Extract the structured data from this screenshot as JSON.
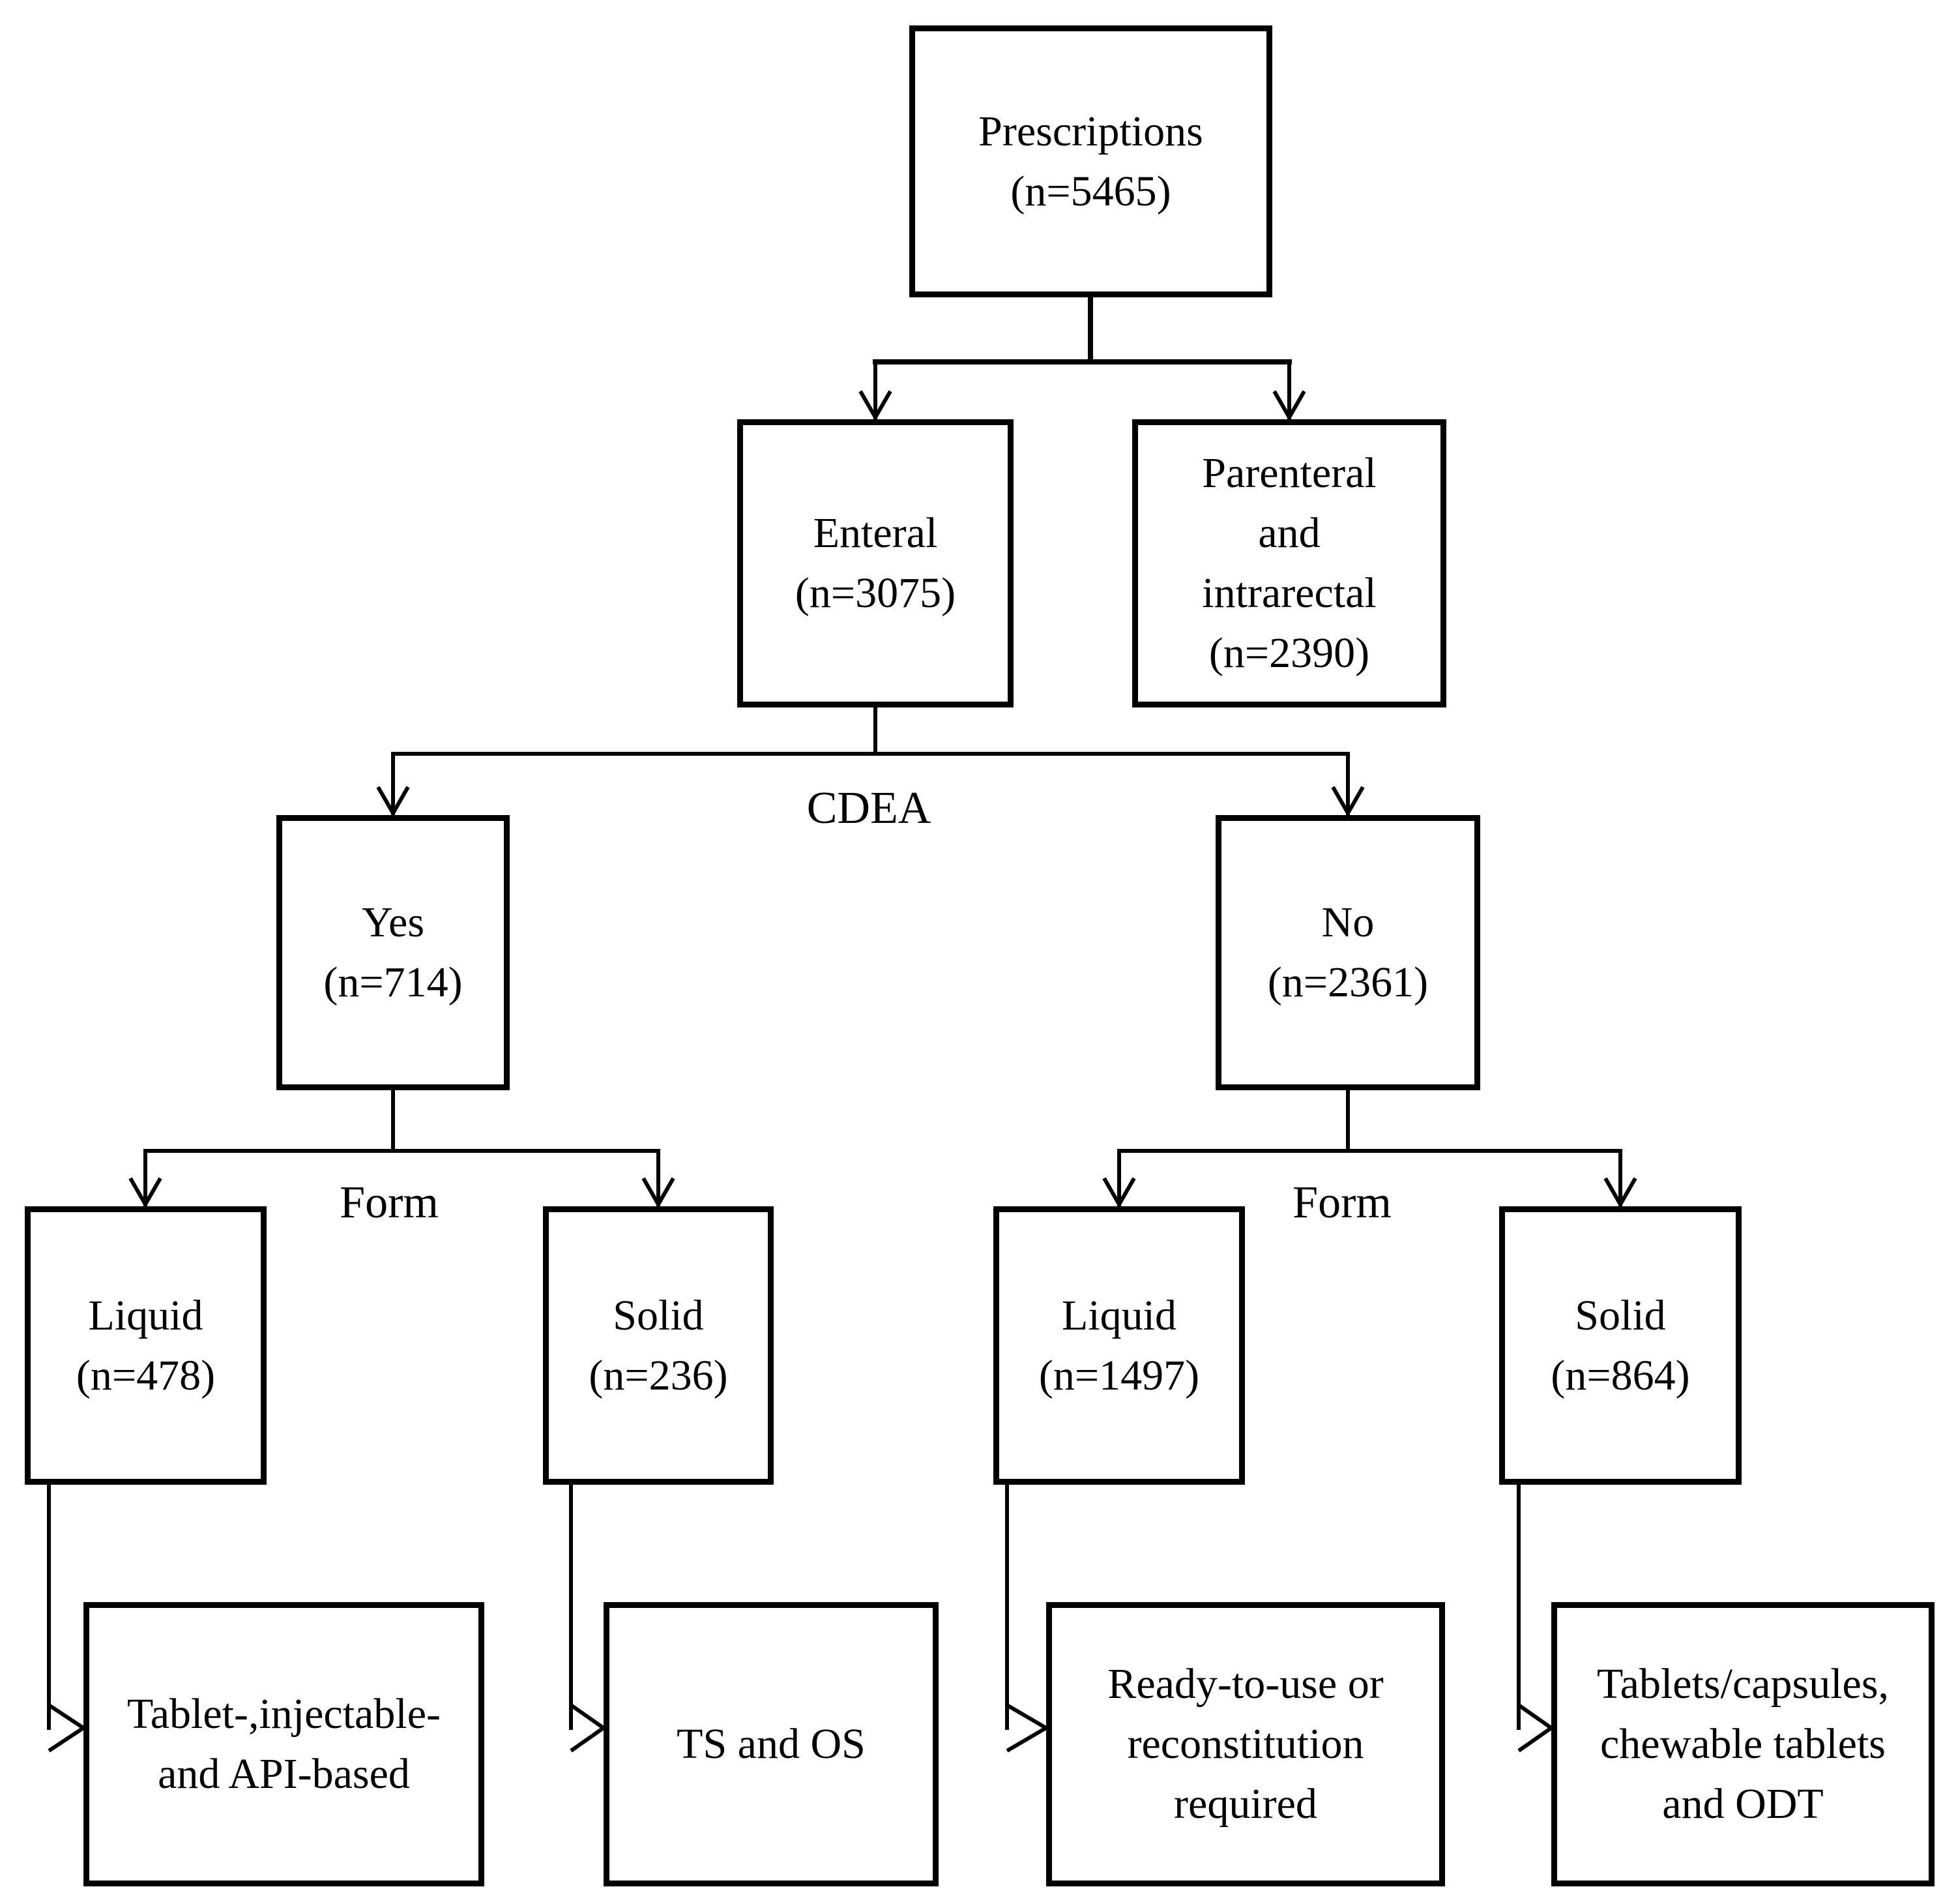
{
  "figure": {
    "type": "flowchart",
    "background_color": "#ffffff",
    "ink_color": "#000000"
  },
  "nodes": {
    "prescriptions": {
      "lines": [
        "Prescriptions",
        "(n=5465)"
      ]
    },
    "enteral": {
      "lines": [
        "Enteral",
        "(n=3075)"
      ]
    },
    "parenteral": {
      "lines": [
        "Parenteral",
        "and",
        "intrarectal",
        "(n=2390)"
      ]
    },
    "cdea_yes": {
      "lines": [
        "Yes",
        "(n=714)"
      ]
    },
    "cdea_no": {
      "lines": [
        "No",
        "(n=2361)"
      ]
    },
    "yes_liquid": {
      "lines": [
        "Liquid",
        "(n=478)"
      ]
    },
    "yes_solid": {
      "lines": [
        "Solid",
        "(n=236)"
      ]
    },
    "no_liquid": {
      "lines": [
        "Liquid",
        "(n=1497)"
      ]
    },
    "no_solid": {
      "lines": [
        "Solid",
        "(n=864)"
      ]
    },
    "yes_liquid_out": {
      "lines": [
        "Tablet-,injectable-",
        "and API-based"
      ]
    },
    "yes_solid_out": {
      "lines": [
        "TS and OS"
      ]
    },
    "no_liquid_out": {
      "lines": [
        "Ready-to-use or",
        "reconstitution",
        "required"
      ]
    },
    "no_solid_out": {
      "lines": [
        "Tablets/capsules,",
        "chewable tablets",
        "and ODT"
      ]
    }
  },
  "labels": {
    "cdea": "CDEA",
    "form_left": "Form",
    "form_right": "Form"
  }
}
